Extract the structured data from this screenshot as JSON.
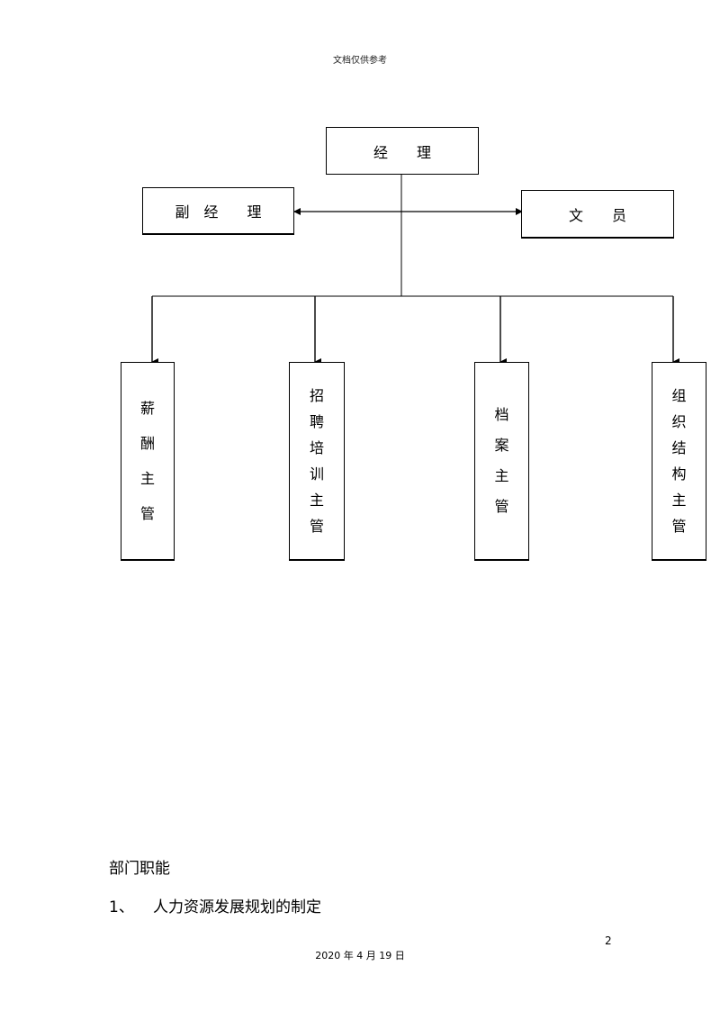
{
  "header": {
    "note": "文档仅供参考"
  },
  "org_chart": {
    "top": {
      "label": "经　　理"
    },
    "left": {
      "label": "副　经　　理"
    },
    "right": {
      "label": "文　　员"
    },
    "subs": [
      {
        "chars": [
          "薪",
          "酬",
          "主",
          "管"
        ]
      },
      {
        "chars": [
          "招",
          "聘",
          "培",
          "训",
          "主",
          "管"
        ]
      },
      {
        "chars": [
          "档",
          "案",
          "主",
          "管"
        ]
      },
      {
        "chars": [
          "组",
          "织",
          "结",
          "构",
          "主",
          "管"
        ]
      }
    ]
  },
  "body": {
    "section_title": "部门职能",
    "item_number": "1、",
    "item_text": "人力资源发展规划的制定"
  },
  "footer": {
    "page_number": "2",
    "date": "2020 年 4 月 19 日"
  }
}
